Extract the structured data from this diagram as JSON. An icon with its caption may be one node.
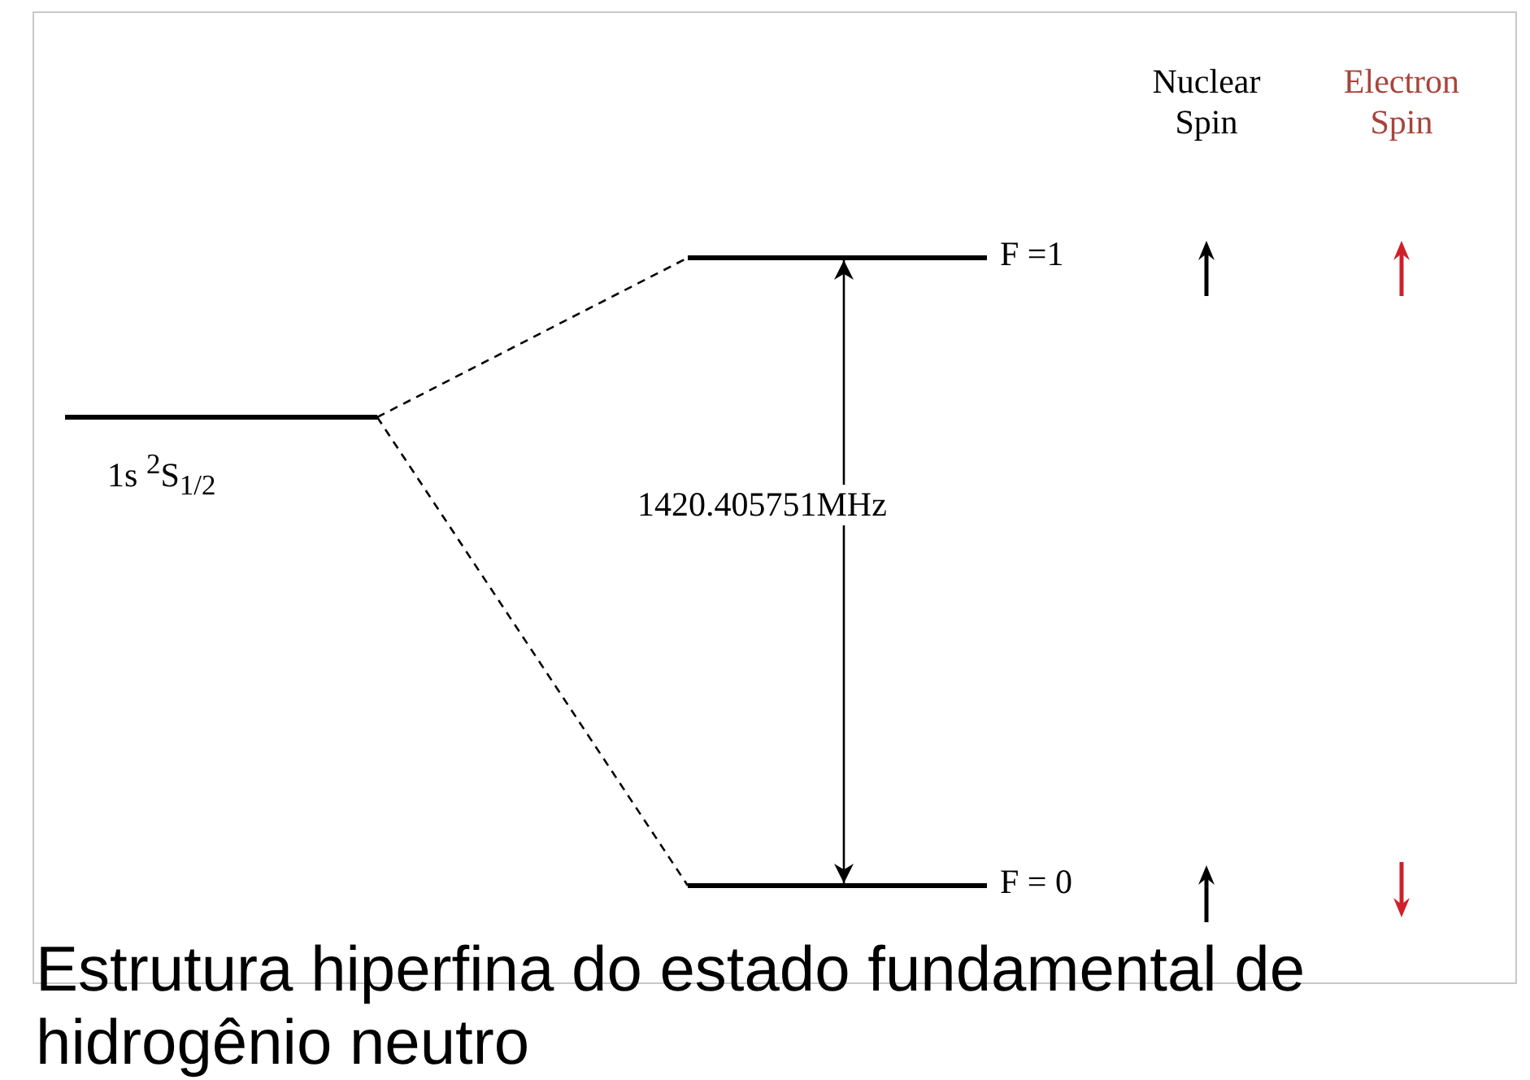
{
  "diagram": {
    "caption": "Estrutura hiperfina do estado fundamental de hidrogênio neutro",
    "nodes": [
      {
        "text": [
          "1s $^{2}$S$_{1/2}$"
        ]
      },
      {
        "text": [
          "F =1"
        ]
      },
      {
        "text": [
          "F = 0"
        ]
      }
    ],
    "edges": [
      {
        "from": 0,
        "to": 1,
        "arrow": "none",
        "style": "dashed"
      },
      {
        "from": 0,
        "to": 2,
        "arrow": "none",
        "style": "dashed"
      },
      {
        "from": 1,
        "to": 2,
        "arrow": "both",
        "label": "1420.405751MHz"
      }
    ],
    "labels": [
      "Nuclear Spin",
      "Electron Spin"
    ]
  }
}
